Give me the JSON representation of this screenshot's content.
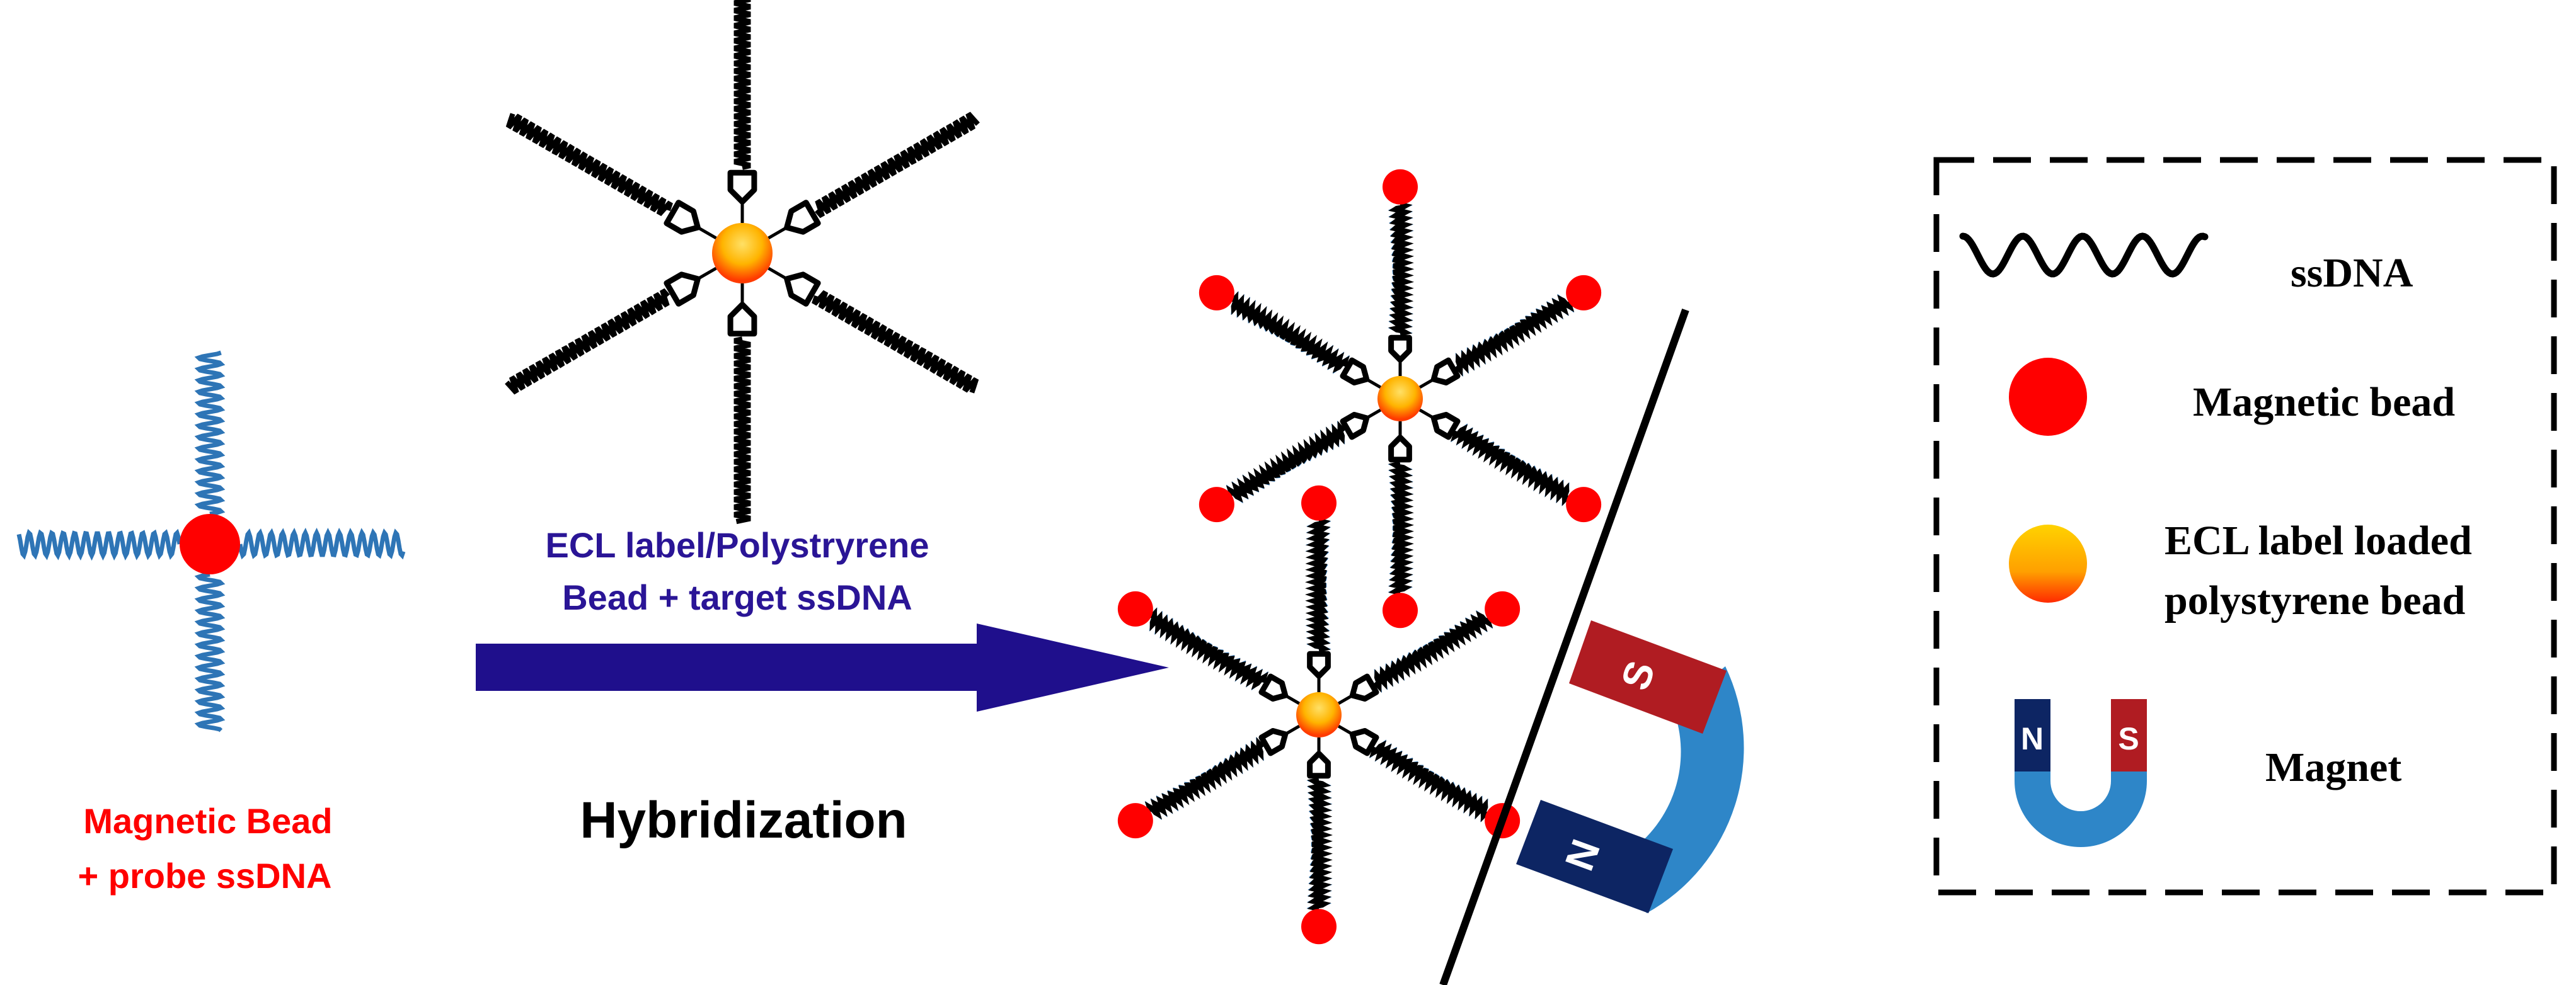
{
  "labels": {
    "probe_line1": "Magnetic Bead",
    "probe_line2": "+ probe ssDNA",
    "arrow_line1": "ECL label/Polystryrene",
    "arrow_line2": "Bead + target ssDNA",
    "hybridization": "Hybridization",
    "magnet_s": "S",
    "magnet_n": "N"
  },
  "legend": {
    "ssdna": "ssDNA",
    "magnetic_bead": "Magnetic bead",
    "ecl_line1": "ECL label loaded",
    "ecl_line2": "polystyrene bead",
    "magnet": "Magnet",
    "magnet_n": "N",
    "magnet_s": "S"
  },
  "colors": {
    "magnetic_bead": "#ff0000",
    "probe_dna": "#2e75b6",
    "arrow": "#1f0f8c",
    "probe_text": "#ff0000",
    "arrow_text": "#2a1596",
    "magnet_blue": "#2e86c8",
    "magnet_red": "#b01c22",
    "magnet_navy": "#0d2563"
  }
}
